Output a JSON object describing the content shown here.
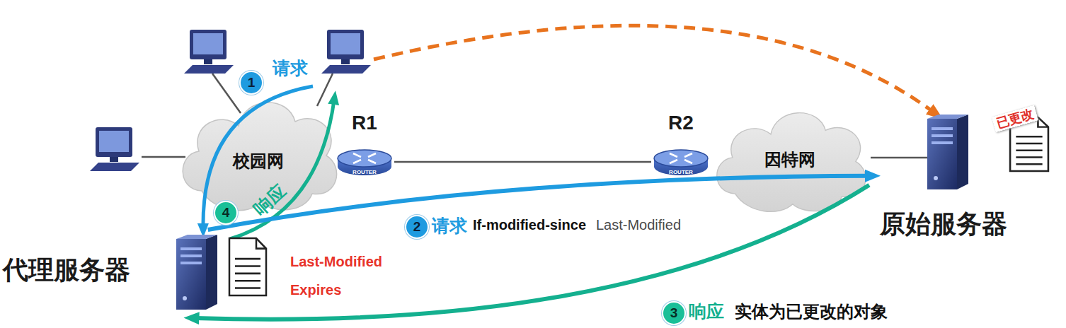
{
  "diagram": {
    "nodes": [
      {
        "text": [
          "校园网"
        ]
      },
      {
        "text": [
          "R1",
          "ROUTER"
        ]
      },
      {
        "text": [
          "R2",
          "ROUTER"
        ]
      },
      {
        "text": [
          "因特网"
        ]
      },
      {
        "text": [
          "原始服务器"
        ]
      },
      {
        "text": [
          "已更改"
        ]
      },
      {
        "text": [
          "代理服务器"
        ]
      },
      {
        "text": [
          "Last-Modified",
          "Expires"
        ]
      }
    ],
    "edges": [
      {
        "from": 1,
        "to": 2,
        "arrow": "none"
      },
      {
        "from": 6,
        "to": 4,
        "label": "请求",
        "arrow": "to"
      },
      {
        "from": 4,
        "to": 6,
        "label": "响应",
        "arrow": "to"
      }
    ],
    "labels": [
      "1",
      "请求",
      "4",
      "响应",
      "2",
      "If-modified-since",
      "Last-Modified",
      "3",
      "实体为已更改的对象"
    ]
  }
}
